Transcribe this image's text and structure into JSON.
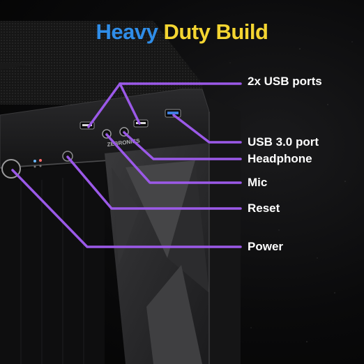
{
  "title": {
    "part1": "Heavy",
    "part2": "Duty Build"
  },
  "brand_mark": "ZEBRONICS",
  "callouts": [
    {
      "id": "usb2",
      "label": "2x USB ports"
    },
    {
      "id": "usb3",
      "label": "USB 3.0 port"
    },
    {
      "id": "headphone",
      "label": "Headphone"
    },
    {
      "id": "mic",
      "label": "Mic"
    },
    {
      "id": "reset",
      "label": "Reset"
    },
    {
      "id": "power",
      "label": "Power"
    }
  ],
  "colors": {
    "title_blue": "#2f8de8",
    "title_yellow": "#f4d531",
    "callout_line": "#9b59e8",
    "label_text": "#ffffff",
    "background": "#050505"
  }
}
